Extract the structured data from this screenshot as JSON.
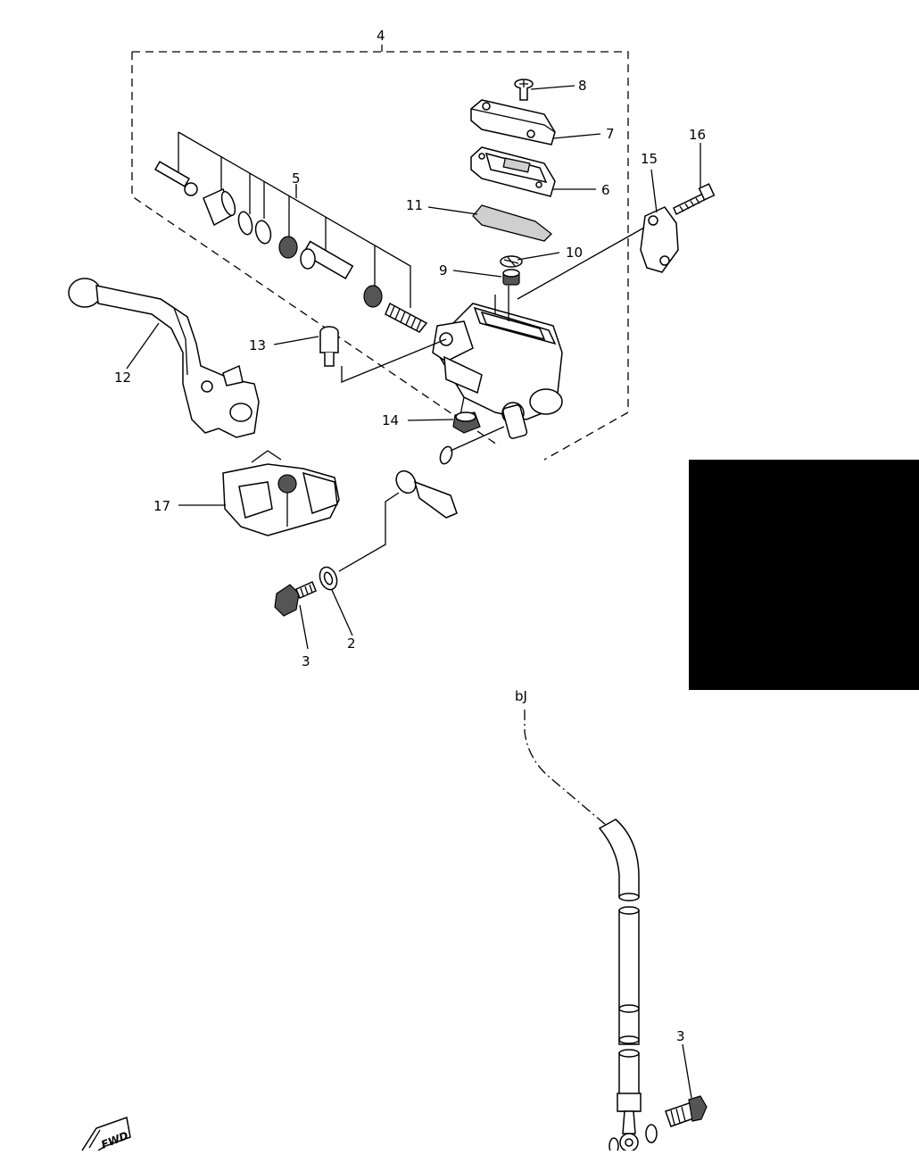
{
  "diagram": {
    "callouts": [
      {
        "id": "c4",
        "label": "4"
      },
      {
        "id": "c5",
        "label": "5"
      },
      {
        "id": "c8",
        "label": "8"
      },
      {
        "id": "c7",
        "label": "7"
      },
      {
        "id": "c6",
        "label": "6"
      },
      {
        "id": "c11",
        "label": "11"
      },
      {
        "id": "c16",
        "label": "16"
      },
      {
        "id": "c15",
        "label": "15"
      },
      {
        "id": "c10",
        "label": "10"
      },
      {
        "id": "c9",
        "label": "9"
      },
      {
        "id": "c13",
        "label": "13"
      },
      {
        "id": "c12",
        "label": "12"
      },
      {
        "id": "c14",
        "label": "14"
      },
      {
        "id": "c17",
        "label": "17"
      },
      {
        "id": "c2",
        "label": "2"
      },
      {
        "id": "c3a",
        "label": "3"
      },
      {
        "id": "c3b",
        "label": "3"
      }
    ],
    "fwd_label": "FWD",
    "hose_letter": "bJ"
  },
  "colors": {
    "ink": "#000000",
    "background": "#ffffff",
    "mask": "#000000"
  }
}
